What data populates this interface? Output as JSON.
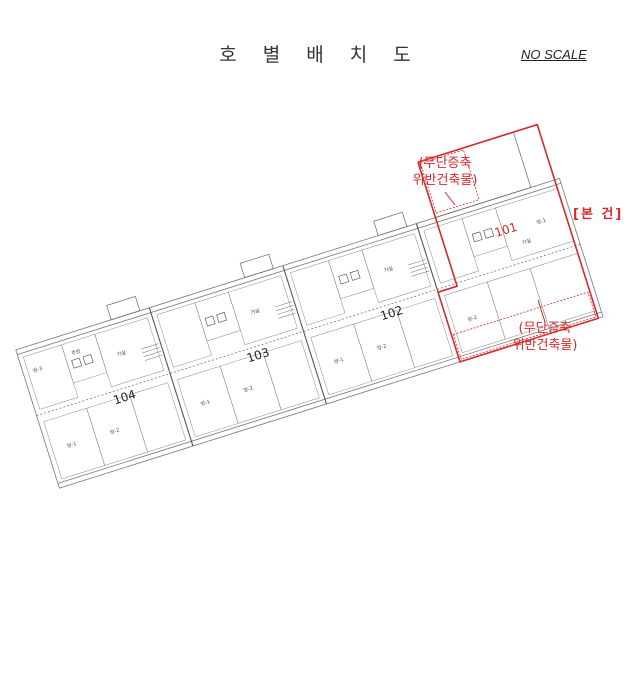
{
  "title": "호 별 배 치 도",
  "scale_note": "NO SCALE",
  "subject_label": "[본 건]",
  "violation_top": {
    "line1": "(무단증축",
    "line2": "위반건축물)"
  },
  "violation_bottom": {
    "line1": "(무단증축",
    "line2": "위반건축물)"
  },
  "units": {
    "u101": "101",
    "u102": "102",
    "u103": "103",
    "u104": "104"
  },
  "rooms": {
    "living": "거실",
    "room1": "방-1",
    "room2": "방-2",
    "room3": "방-3",
    "kitchen": "주방"
  },
  "colors": {
    "accent_red": "#d62a2a",
    "line": "#555555"
  }
}
